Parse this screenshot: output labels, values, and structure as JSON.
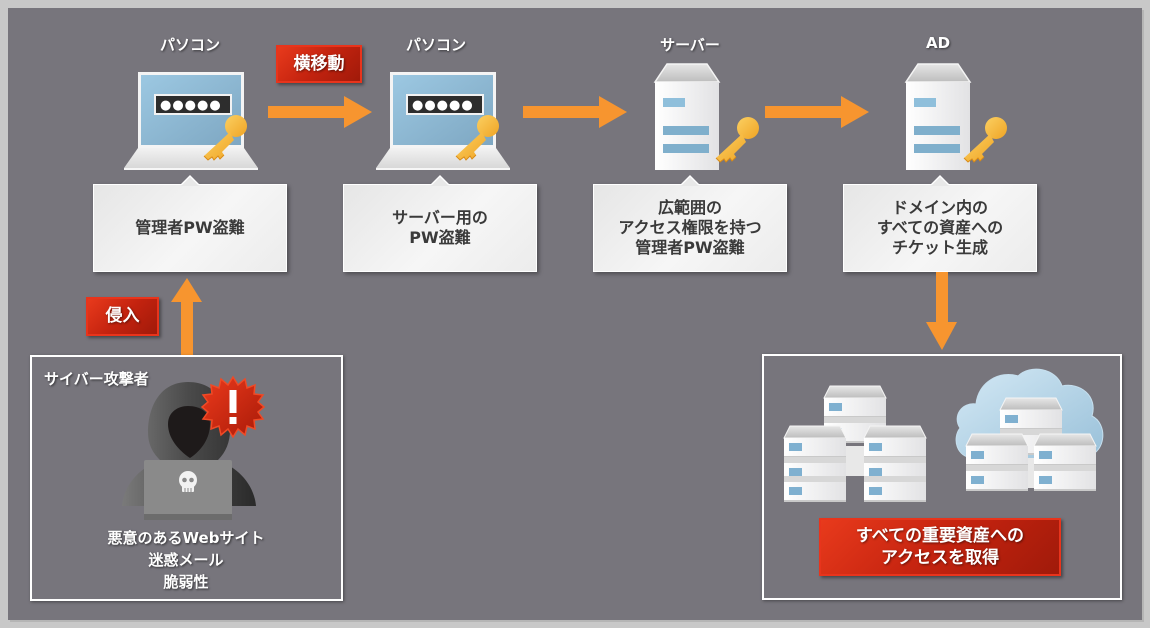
{
  "colors": {
    "background": "#77757c",
    "outer_frame": "#c8c8c8",
    "arrow": "#f7952f",
    "tag_red": "#c4230f",
    "key_yellow": "#f9c04a",
    "screen_blue": "#8db8d4"
  },
  "nodes": [
    {
      "title": "パソコン",
      "icon": "laptop-icon",
      "password_mask": "●●●●●",
      "callout": "管理者PW盗難"
    },
    {
      "title": "パソコン",
      "icon": "laptop-icon",
      "password_mask": "●●●●●",
      "callout": "サーバー用の\nPW盗難"
    },
    {
      "title": "サーバー",
      "icon": "server-icon",
      "callout": "広範囲の\nアクセス権限を持つ\n管理者PW盗難"
    },
    {
      "title": "AD",
      "icon": "server-icon",
      "callout": "ドメイン内の\nすべての資産への\nチケット生成"
    }
  ],
  "tags": {
    "lateral_movement": "横移動",
    "intrusion": "侵入"
  },
  "attacker": {
    "title": "サイバー攻撃者",
    "vectors": [
      "悪意のあるWebサイト",
      "迷惑メール",
      "脆弱性"
    ]
  },
  "result": {
    "label": "すべての重要資産への\nアクセスを取得"
  }
}
